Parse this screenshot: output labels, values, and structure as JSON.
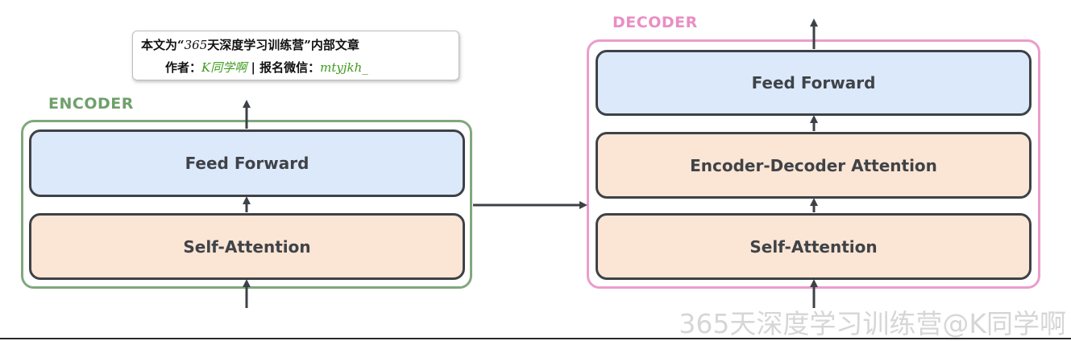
{
  "notice": {
    "line1_prefix": "本文为“",
    "line1_italic": "365",
    "line1_mid": "天深度学习训练营",
    "line1_suffix": "”内部文章",
    "line2_author_label": "作者：",
    "line2_author": "K同学啊",
    "line2_sep": " | ",
    "line2_wechat_label": "报名微信：",
    "line2_wechat": "mtyjkh_"
  },
  "encoder": {
    "title": "ENCODER",
    "feed_forward": "Feed Forward",
    "self_attention": "Self-Attention"
  },
  "decoder": {
    "title": "DECODER",
    "feed_forward": "Feed Forward",
    "enc_dec_attention": "Encoder-Decoder Attention",
    "self_attention": "Self-Attention"
  },
  "watermark": "365天深度学习训练营@K同学啊",
  "colors": {
    "encoder_border": "#80a87d",
    "decoder_border": "#ec9ccb",
    "feed_forward_fill": "#dce9fb",
    "attention_fill": "#fbe5d4",
    "block_border": "#3e4247"
  }
}
